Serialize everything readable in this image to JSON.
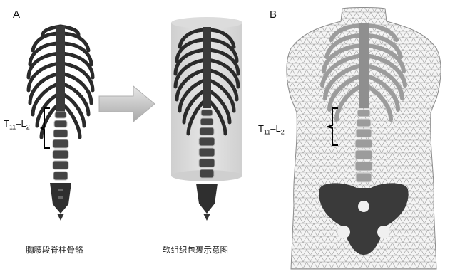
{
  "panels": {
    "a": {
      "letter": "A",
      "caption_left": "胸腰段脊柱骨骼",
      "caption_right": "软组织包裹示意图"
    },
    "b": {
      "letter": "B"
    }
  },
  "labels": {
    "segment_a": {
      "main": "T",
      "sub1": "11",
      "dash": "–L",
      "sub2": "2"
    },
    "segment_b": {
      "main": "T",
      "sub1": "11",
      "dash": "–L",
      "sub2": "2"
    }
  },
  "colors": {
    "bone_dark": "#2a2a2a",
    "bone_light": "#bdbdbd",
    "cylinder": "#d9d9d9",
    "mesh": "#9a9a9a",
    "arrow": "#c4c4c4"
  }
}
